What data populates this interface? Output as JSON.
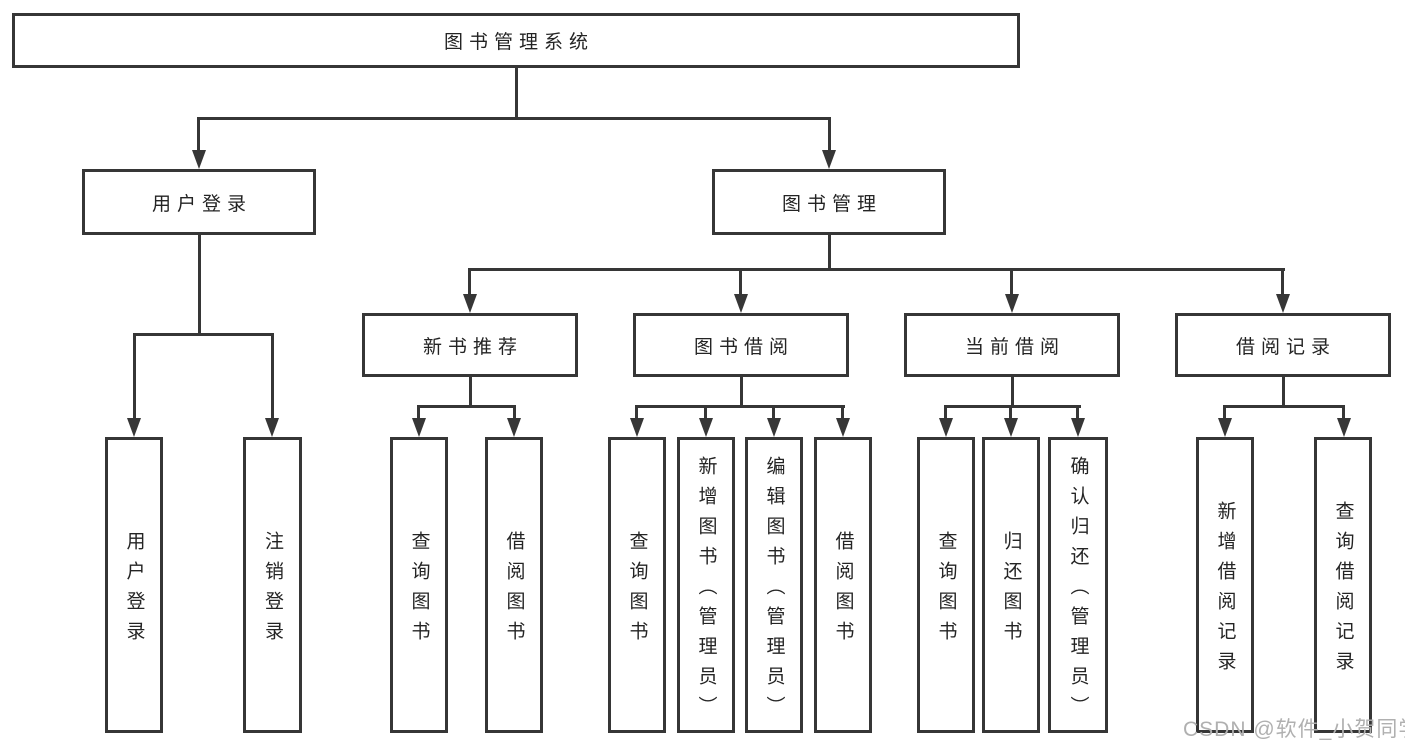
{
  "colors": {
    "line": "#363636",
    "text": "#242424",
    "watermark": "#b0b0b0",
    "background": "#ffffff"
  },
  "watermark": "CSDN @软件_小贺同学",
  "tree": {
    "root": "图书管理系统",
    "branches": [
      {
        "label": "用户登录",
        "children": [
          "用户登录",
          "注销登录"
        ]
      },
      {
        "label": "图书管理",
        "children": [
          {
            "label": "新书推荐",
            "children": [
              "查询图书",
              "借阅图书"
            ]
          },
          {
            "label": "图书借阅",
            "children": [
              "查询图书",
              "新增图书（管理员）",
              "编辑图书（管理员）",
              "借阅图书"
            ]
          },
          {
            "label": "当前借阅",
            "children": [
              "查询图书",
              "归还图书",
              "确认归还（管理员）"
            ]
          },
          {
            "label": "借阅记录",
            "children": [
              "新增借阅记录",
              "查询借阅记录"
            ]
          }
        ]
      }
    ]
  }
}
